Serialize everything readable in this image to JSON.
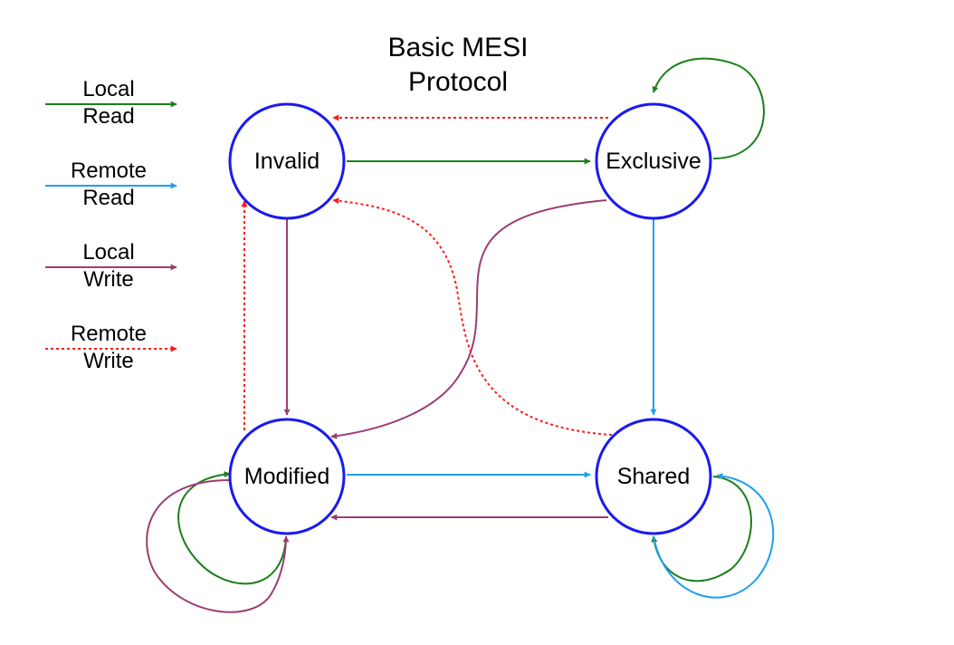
{
  "title": {
    "line1": "Basic MESI",
    "line2": "Protocol"
  },
  "legend": [
    {
      "line1": "Local",
      "line2": "Read",
      "color": "#1a7f1a",
      "style": "solid"
    },
    {
      "line1": "Remote",
      "line2": "Read",
      "color": "#1ea0f0",
      "style": "solid"
    },
    {
      "line1": "Local",
      "line2": "Write",
      "color": "#9b3d72",
      "style": "solid"
    },
    {
      "line1": "Remote",
      "line2": "Write",
      "color": "#ff1a1a",
      "style": "dotted"
    }
  ],
  "states": {
    "invalid": "Invalid",
    "exclusive": "Exclusive",
    "modified": "Modified",
    "shared": "Shared"
  },
  "colors": {
    "state_border": "#1a1aee",
    "local_read": "#1a7f1a",
    "remote_read": "#1ea0f0",
    "local_write": "#9b3d72",
    "remote_write": "#ff1a1a"
  }
}
